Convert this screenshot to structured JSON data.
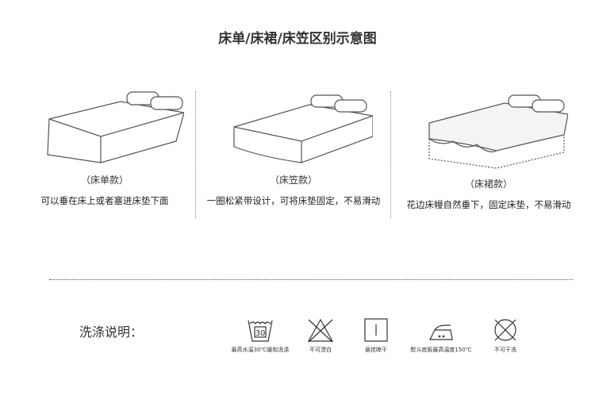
{
  "title": "床单/床裙/床笠区别示意图",
  "beds": [
    {
      "caption": "（床单款）",
      "description": "可以垂在床上或者塞进床垫下面"
    },
    {
      "caption": "（床笠款）",
      "description": "一圈松紧带设计，可将床垫固定，不易滑动"
    },
    {
      "caption": "（床裙款）",
      "description": "花边床幔自然垂下，固定床垫，不易滑动"
    }
  ],
  "washing": {
    "label": "洗涤说明：",
    "icons": [
      {
        "icon": "wash-30-icon",
        "temp": "30",
        "text": "最高水温30℃缓和洗涤"
      },
      {
        "icon": "no-bleach-icon",
        "text": "不可漂白"
      },
      {
        "icon": "hang-dry-icon",
        "text": "悬挂晾干"
      },
      {
        "icon": "iron-icon",
        "text": "熨斗底板最高温度150℃"
      },
      {
        "icon": "no-dry-clean-icon",
        "text": "不可干洗"
      }
    ]
  }
}
